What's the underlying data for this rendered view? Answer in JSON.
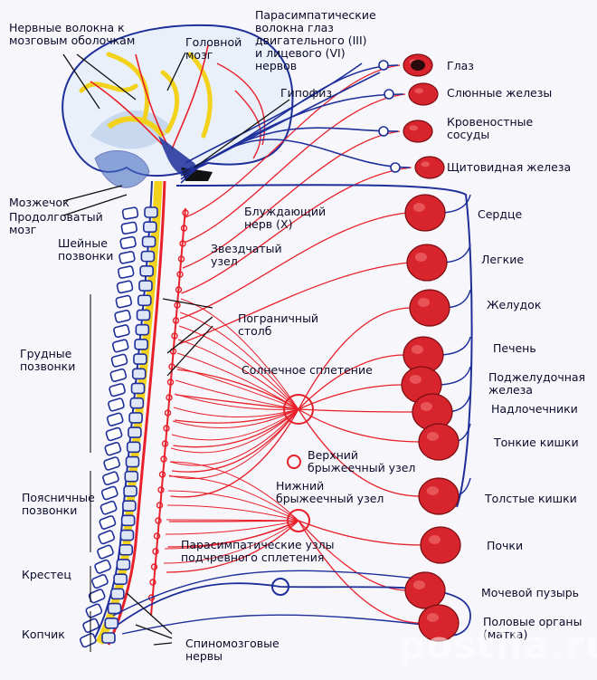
{
  "labels": {
    "nerve_fibers_meninges": "Нервные волокна к\nмозговым оболочкам",
    "brain": "Головной\nмозг",
    "parasympathetic_eye_fibers": "Парасимпатические\nволокна глаз\nдвигательного (III)\nи лицевого (VI)\nнервов",
    "pituitary": "Гипофиз",
    "cerebellum": "Мозжечок",
    "medulla": "Продолговатый\nмозг",
    "cervical_vertebrae": "Шейные\nпозвонки",
    "vagus_nerve": "Блуждающий\nнерв (X)",
    "stellate_ganglion": "Звездчатый\nузел",
    "sympathetic_trunk": "Пограничный\nстолб",
    "thoracic_vertebrae": "Грудные\nпозвонки",
    "solar_plexus": "Солнечное сплетение",
    "superior_mesenteric": "Верхний\nбрыжеечный узел",
    "inferior_mesenteric": "Нижний\nбрыжеечный узел",
    "lumbar_vertebrae": "Поясничные\nпозвонки",
    "sacrum": "Крестец",
    "hypogastric_ganglia": "Парасимпатические узлы\nподчревного сплетения",
    "coccyx": "Копчик",
    "spinal_nerves": "Спиномозговые\nнервы"
  },
  "organs": [
    {
      "name": "Глаз"
    },
    {
      "name": "Слюнные железы"
    },
    {
      "name": "Кровеностные\nсосуды"
    },
    {
      "name": "Щитовидная железа"
    },
    {
      "name": "Сердце"
    },
    {
      "name": "Легкие"
    },
    {
      "name": "Желудок"
    },
    {
      "name": "Печень"
    },
    {
      "name": "Поджелудочная\nжелеза"
    },
    {
      "name": "Надлочечники"
    },
    {
      "name": "Тонкие кишки"
    },
    {
      "name": "Толстые кишки"
    },
    {
      "name": "Почки"
    },
    {
      "name": "Мочевой пузырь"
    },
    {
      "name": "Половые органы\n(матка)"
    }
  ],
  "watermark": "postila.ru",
  "colors": {
    "sympathetic": "#e8202a",
    "parasympathetic": "#1f2f9a",
    "spinal_cord": "#f2d21a",
    "organ": "#d8242c"
  }
}
